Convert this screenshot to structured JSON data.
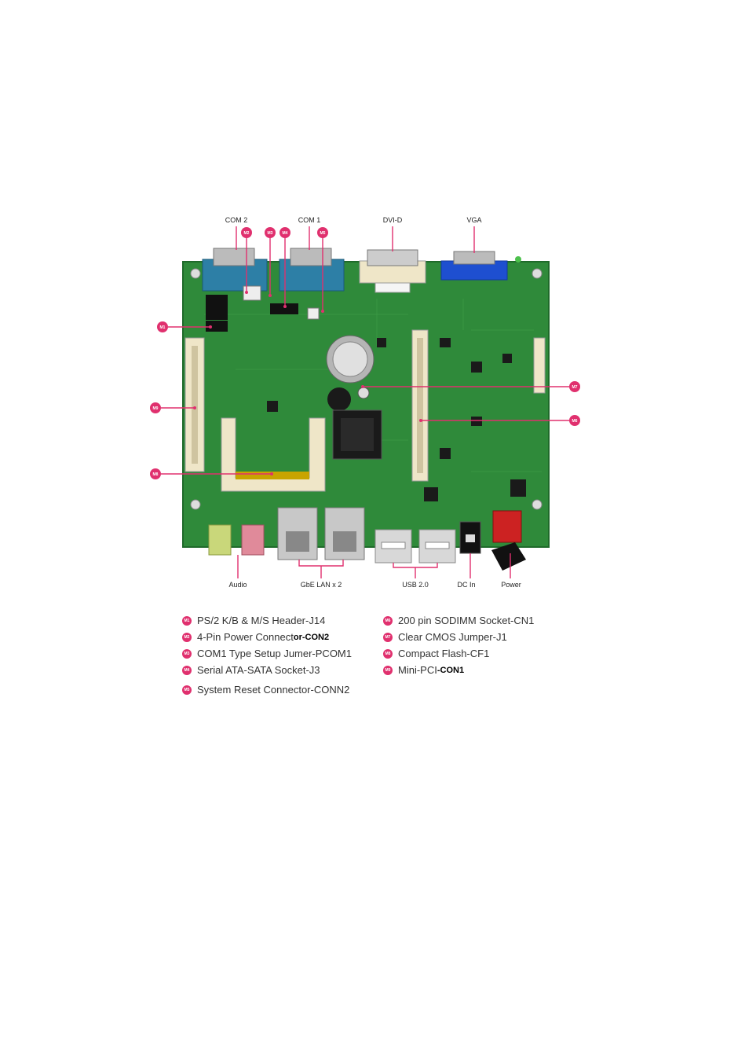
{
  "port_labels": {
    "com2": "COM 2",
    "com1": "COM 1",
    "dvid": "DVI-D",
    "vga": "VGA",
    "audio": "Audio",
    "gbe_lan": "GbE LAN x 2",
    "usb": "USB 2.0",
    "dc_in": "DC In",
    "power": "Power"
  },
  "markers": {
    "m1": "M1",
    "m2": "M2",
    "m3": "M3",
    "m4": "M4",
    "m5": "M5",
    "m6": "M6",
    "m7": "M7",
    "m8": "M8",
    "m9": "M9"
  },
  "legend": [
    {
      "marker": "M1",
      "text": "PS/2 K/B & M/S Header-J14",
      "suffix": ""
    },
    {
      "marker": "M2",
      "text": "4-Pin Power Connect ",
      "suffix": "or-CON2"
    },
    {
      "marker": "M3",
      "text": "COM1 Type Setup Jumer-PCOM1",
      "suffix": ""
    },
    {
      "marker": "M4",
      "text": "Serial ATA-SATA Socket-J3",
      "suffix": ""
    },
    {
      "marker": "M5",
      "text": "System Reset Connector-CONN2",
      "suffix": ""
    },
    {
      "marker": "M6",
      "text": "200 pin SODIMM Socket-CN1",
      "suffix": ""
    },
    {
      "marker": "M7",
      "text": "Clear CMOS Jumper-J1",
      "suffix": ""
    },
    {
      "marker": "M8",
      "text": "Compact Flash-CF1",
      "suffix": ""
    },
    {
      "marker": "M9",
      "text": "Mini-PCI ",
      "suffix": "-CON1"
    }
  ],
  "colors": {
    "pcb": "#2f8a3a",
    "pcb_dark": "#1f6a2a",
    "marker": "#e0306e",
    "com_port": "#2d7fa6",
    "vga_port": "#1e4fd0",
    "connector_cream": "#efe6c8",
    "metal": "#c8c8c8",
    "audio_green": "#c9d77a",
    "audio_pink": "#e08a9a"
  }
}
